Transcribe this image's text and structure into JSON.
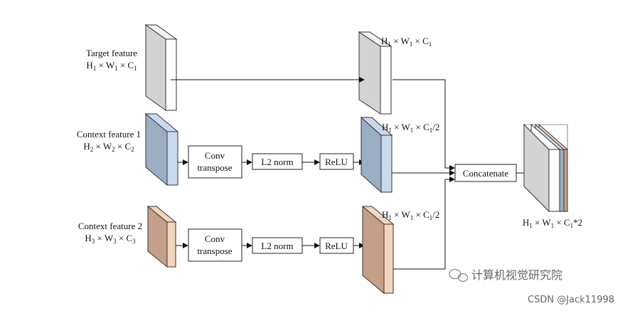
{
  "inputs": {
    "target": {
      "name": "Target feature",
      "dims": [
        "H",
        "1",
        " × W",
        "1",
        " × C",
        "1"
      ]
    },
    "context1": {
      "name": "Context feature 1",
      "dims": [
        "H",
        "2",
        " × W",
        "2",
        " × C",
        "2"
      ]
    },
    "context2": {
      "name": "Context feature 2",
      "dims": [
        "H",
        "3",
        " × W",
        "3",
        " × C",
        "3"
      ]
    }
  },
  "ops": {
    "conv_line1": "Conv",
    "conv_line2": "transpose",
    "l2": "L2 norm",
    "relu": "ReLU",
    "concat": "Concatenate"
  },
  "outputs": {
    "top": [
      "H",
      "1",
      " × W",
      "1",
      " × C",
      "1",
      ""
    ],
    "mid": [
      "H",
      "1",
      " × W",
      "1",
      " × C",
      "1",
      "/2"
    ],
    "bot": [
      "H",
      "1",
      " × W",
      "1",
      " × C",
      "1",
      "/2"
    ],
    "final": [
      "H",
      "1",
      " × W",
      "1",
      " × C",
      "1",
      "*2"
    ]
  },
  "colors": {
    "gray": "#d6d6d6",
    "blue": "#9aaec4",
    "blue_light": "#c9daee",
    "peach": "#c4a08a",
    "peach_light": "#f3d5bd"
  },
  "watermark": {
    "wechat": "计算机视觉研究院",
    "csdn": "CSDN @Jack11998"
  }
}
